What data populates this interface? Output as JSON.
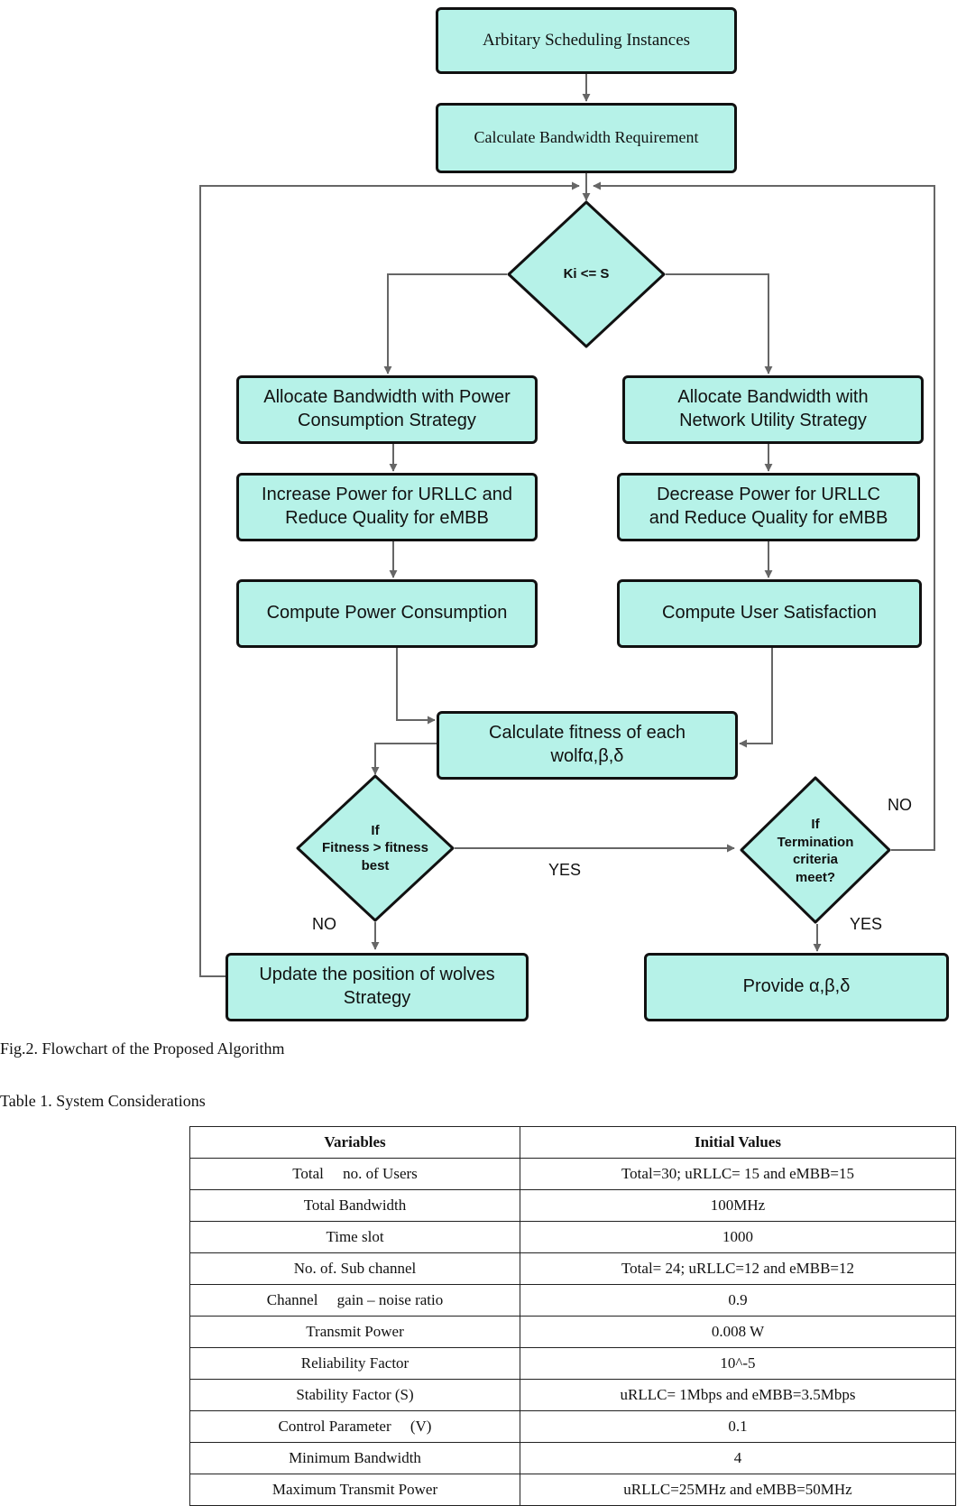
{
  "flowchart": {
    "nodes": {
      "start": "Arbitary Scheduling Instances",
      "calc_bw": "Calculate Bandwidth Requirement",
      "decision_k": "Ki <= S",
      "alloc_power": "Allocate Bandwidth with Power\nConsumption Strategy",
      "alloc_utility": "Allocate Bandwidth with\nNetwork Utility Strategy",
      "increase_power": "Increase Power for URLLC and\nReduce Quality for eMBB",
      "decrease_power": "Decrease Power for URLLC\nand Reduce Quality for eMBB",
      "compute_power": "Compute Power Consumption",
      "compute_satisfaction": "Compute User Satisfaction",
      "calc_fitness": "Calculate fitness of each\nwolfα,β,δ",
      "decision_fitness": "If\nFitness > fitness\nbest",
      "decision_termination": "If\nTermination\ncriteria\nmeet?",
      "update_position": "Update the position of wolves\nStrategy",
      "provide": "Provide α,β,δ"
    },
    "edge_labels": {
      "fitness_yes": "YES",
      "fitness_no": "NO",
      "termination_no": "NO",
      "termination_yes": "YES"
    }
  },
  "captions": {
    "figure": "Fig.2. Flowchart of the Proposed Algorithm",
    "table": "Table 1. System Considerations"
  },
  "table": {
    "headers": [
      "Variables",
      "Initial Values"
    ],
    "rows": [
      [
        "Total     no. of Users",
        "Total=30; uRLLC= 15 and eMBB=15"
      ],
      [
        "Total Bandwidth",
        "100MHz"
      ],
      [
        "Time slot",
        "1000"
      ],
      [
        "No. of. Sub channel",
        "Total= 24; uRLLC=12 and eMBB=12"
      ],
      [
        "Channel     gain – noise ratio",
        "0.9"
      ],
      [
        "Transmit Power",
        "0.008 W"
      ],
      [
        "Reliability Factor",
        "10^-5"
      ],
      [
        "Stability Factor (S)",
        "uRLLC= 1Mbps and eMBB=3.5Mbps"
      ],
      [
        "Control Parameter     (V)",
        "0.1"
      ],
      [
        "Minimum Bandwidth",
        "4"
      ],
      [
        "Maximum Transmit Power",
        "uRLLC=25MHz and eMBB=50MHz"
      ]
    ]
  },
  "colors": {
    "node_fill": "#b6f2e8",
    "node_border": "#111111",
    "connector": "#666666"
  }
}
